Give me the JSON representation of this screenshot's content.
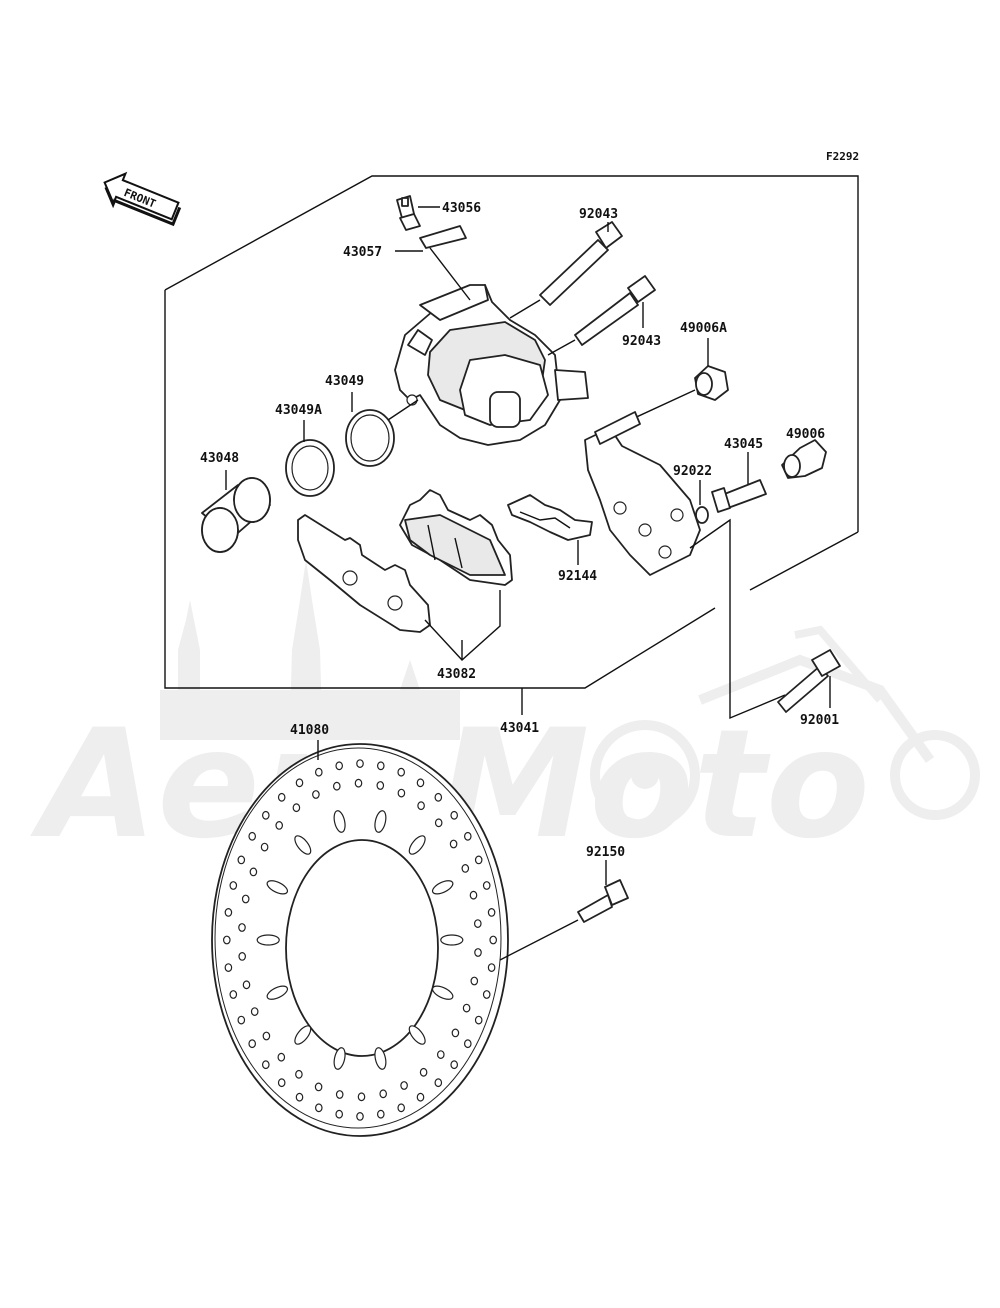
{
  "diagram": {
    "figure_code": "F2292",
    "front_arrow_text": "FRONT",
    "watermark_text": "AeroMoto",
    "callouts": [
      {
        "id": "43056",
        "text": "43056"
      },
      {
        "id": "43057",
        "text": "43057"
      },
      {
        "id": "92043a",
        "text": "92043"
      },
      {
        "id": "92043b",
        "text": "92043"
      },
      {
        "id": "49006A",
        "text": "49006A"
      },
      {
        "id": "49006",
        "text": "49006"
      },
      {
        "id": "43049",
        "text": "43049"
      },
      {
        "id": "43049A",
        "text": "43049A"
      },
      {
        "id": "43048",
        "text": "43048"
      },
      {
        "id": "43045",
        "text": "43045"
      },
      {
        "id": "92022",
        "text": "92022"
      },
      {
        "id": "92144",
        "text": "92144"
      },
      {
        "id": "43082",
        "text": "43082"
      },
      {
        "id": "43041",
        "text": "43041"
      },
      {
        "id": "92001",
        "text": "92001"
      },
      {
        "id": "41080",
        "text": "41080"
      },
      {
        "id": "92150",
        "text": "92150"
      }
    ]
  },
  "colors": {
    "ink": "#111111",
    "watermark": "#eeeeee",
    "background": "#ffffff"
  }
}
